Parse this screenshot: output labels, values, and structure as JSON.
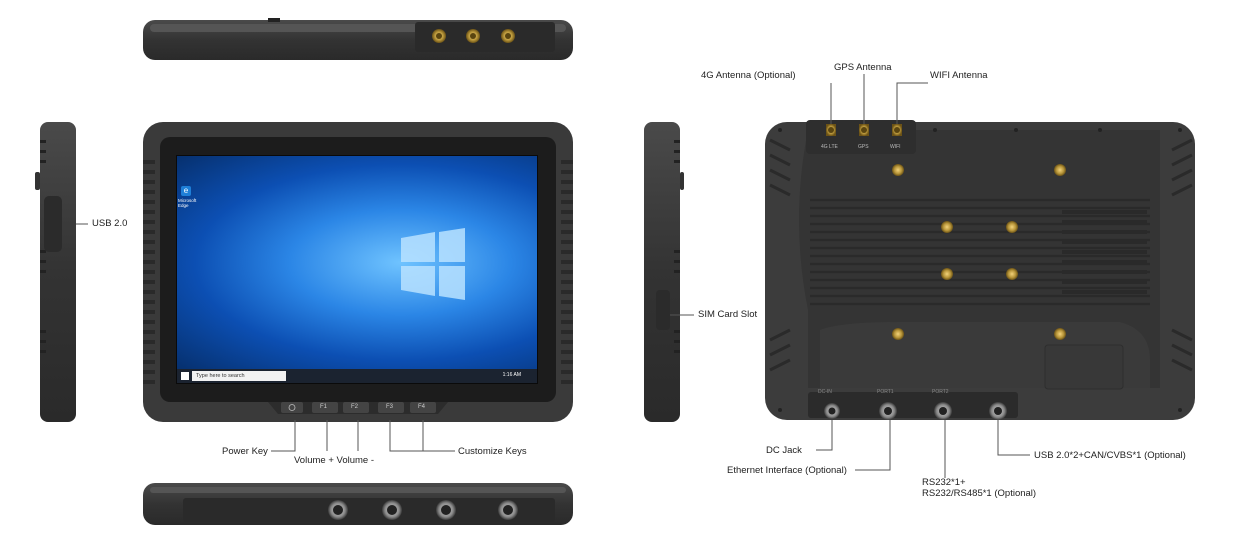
{
  "callouts": {
    "usb20": "USB 2.0",
    "power_key": "Power Key",
    "volume": "Volume + Volume -",
    "customize_keys": "Customize Keys",
    "sim_card_slot": "SIM Card Slot",
    "antenna_4g": "4G Antenna (Optional)",
    "gps_antenna": "GPS Antenna",
    "wifi_antenna": "WIFI Antenna",
    "dc_jack": "DC Jack",
    "ethernet": "Ethernet  Interface (Optional)",
    "rs232_line1": "RS232*1+",
    "rs232_line2": "RS232/RS485*1  (Optional)",
    "usb_can": "USB 2.0*2+CAN/CVBS*1  (Optional)"
  },
  "device_markings": {
    "fkeys": [
      "F1",
      "F2",
      "F3",
      "F4"
    ],
    "antenna_ports": [
      "4G LTE",
      "GPS",
      "WIFI"
    ],
    "back_ports": [
      "DC-IN",
      "PORT1",
      "PORT2"
    ]
  },
  "screen": {
    "search_placeholder": "Type here to search",
    "desktop_icon_label": "Microsoft Edge",
    "clock": "1:16 AM"
  },
  "colors": {
    "device_body": "#3a3a3a",
    "bezel": "#1c1c1c",
    "connector_gold": "#b8963a",
    "callout_line": "#555555"
  }
}
